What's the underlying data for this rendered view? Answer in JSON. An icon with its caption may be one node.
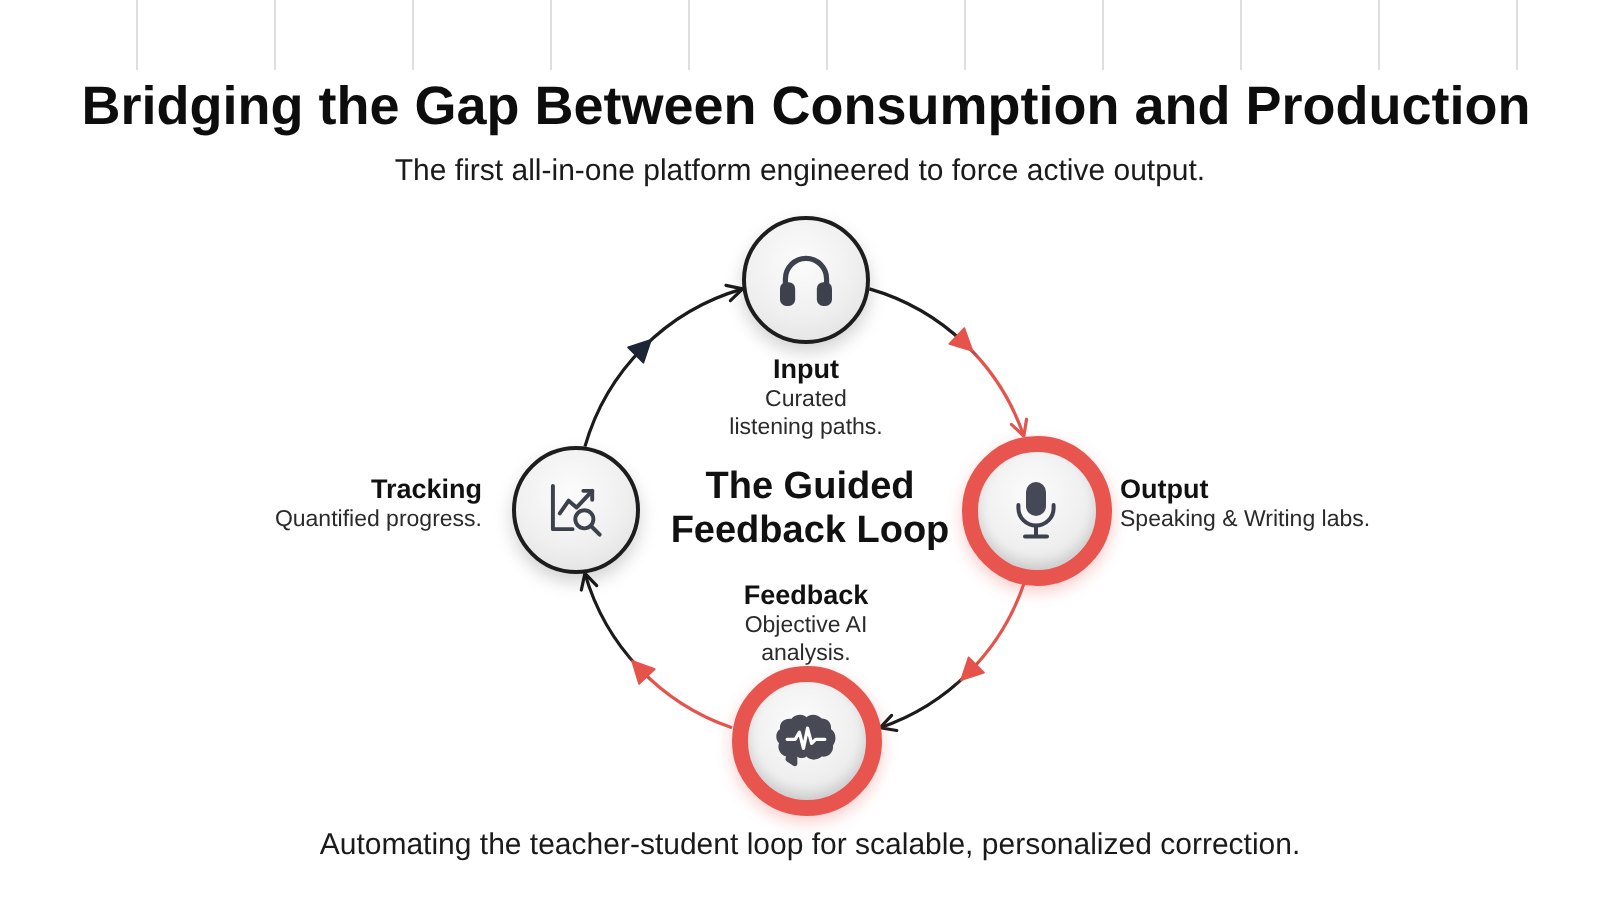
{
  "diagram": {
    "title": "Bridging the Gap Between Consumption and Production",
    "caption": "Automating the teacher-student loop for scalable, personalized correction.",
    "nodes": [
      {
        "text": [
          "Input",
          "Curated listening paths."
        ]
      },
      {
        "text": [
          "Tracking",
          "Quantified progress."
        ]
      },
      {
        "text": [
          "Output",
          "Speaking & Writing labs."
        ]
      },
      {
        "text": [
          "Feedback",
          "Objective AI analysis."
        ]
      }
    ],
    "edges": [
      {
        "from": 1,
        "to": 0,
        "arrow": "to"
      },
      {
        "from": 0,
        "to": 2,
        "arrow": "to",
        "color": "#e5534b"
      },
      {
        "from": 2,
        "to": 3,
        "arrow": "to",
        "color": "#e5534b"
      },
      {
        "from": 3,
        "to": 1,
        "arrow": "to",
        "color": "#e5534b"
      }
    ],
    "labels": [
      "The first all-in-one platform engineered to force active output.",
      "The Guided Feedback Loop"
    ]
  }
}
